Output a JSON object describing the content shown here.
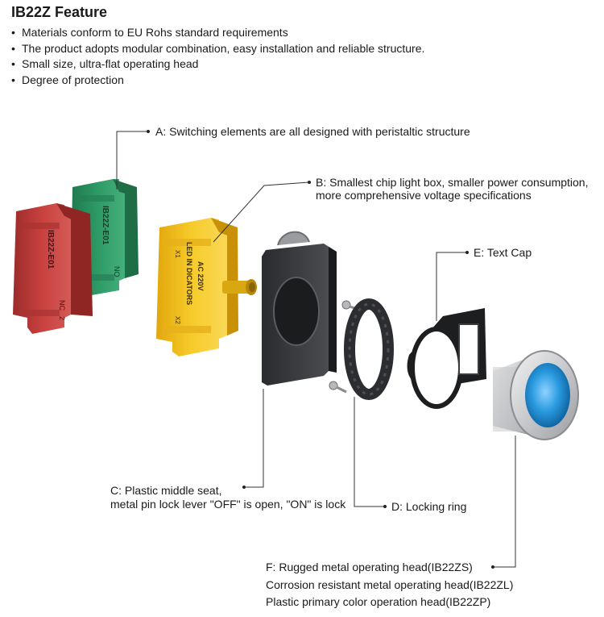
{
  "title": "IB22Z Feature",
  "bullets": [
    "Materials conform to EU Rohs standard requirements",
    "The product adopts modular combination, easy installation and reliable structure.",
    "Small size, ultra-flat operating head",
    "Degree of protection"
  ],
  "callouts": {
    "a": "A: Switching elements are all designed with peristaltic structure",
    "b_line1": "B: Smallest chip light box, smaller power consumption,",
    "b_line2": "more comprehensive voltage specifications",
    "c_line1": "C: Plastic middle seat,",
    "c_line2": "metal pin lock lever \"OFF\" is open, \"ON\" is lock",
    "d": "D: Locking ring",
    "e": "E: Text Cap",
    "f_line1": "F: Rugged metal operating head(IB22ZS)",
    "f_line2": "Corrosion resistant metal operating head(IB22ZL)",
    "f_line3": "Plastic primary color operation head(IB22ZP)"
  },
  "component_text": {
    "red_model": "IB22Z-E01",
    "red_nc": "NC",
    "red_terminal": "2",
    "green_model": "IB22Z-E01",
    "green_no": "NO",
    "yellow_line1": "LED IN DICATORS",
    "yellow_line2": "AC 220V",
    "yellow_x1": "X1",
    "yellow_x2": "X2"
  },
  "colors": {
    "red_block": "#c8413f",
    "green_block": "#2e9a66",
    "yellow_block": "#f2c21b",
    "blue_lens": "#2a9be0"
  }
}
